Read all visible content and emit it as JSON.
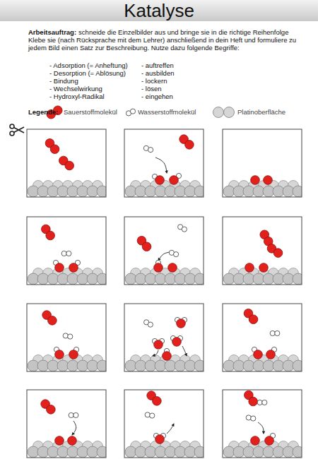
{
  "diagram": {
    "title": "Katalyse",
    "labels": [
      "Arbeitsauftrag:",
      "schneide die Einzelbilder aus und bringe sie in die richtige Reihenfolge Klebe sie (nach Rücksprache mit dem Lehrer) anschließend in dein Heft und formuliere zu jedem Bild einen Satz zur Beschreibung. Nutze dazu folgende Begriffe:",
      "- Adsorption (= Anheftung)",
      "- auftreffen",
      "- Desorption (= Ablösung)",
      "- ausbilden",
      "- Bindung",
      "- lockern",
      "- Wechselwirkung",
      "- lösen",
      "- Hydroxyl-Radikal",
      "- eingehen",
      "Legende:"
    ],
    "legend": [
      {
        "text": "Sauerstoffmolekül"
      },
      {
        "text": "Wasserstoffmolekül"
      },
      {
        "text": "Platinoberfläche"
      }
    ]
  }
}
